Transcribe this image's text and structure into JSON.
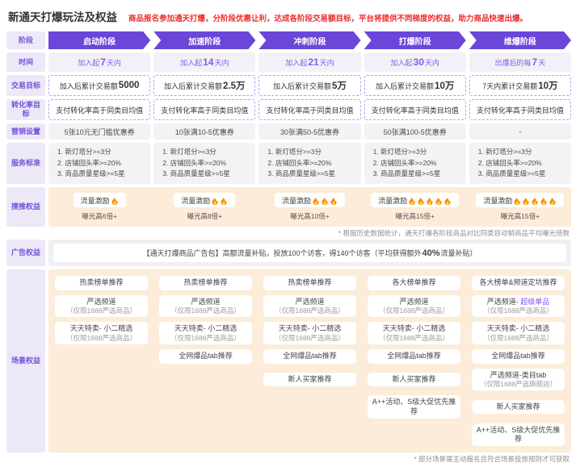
{
  "page": {
    "title": "新通天打爆玩法及权益",
    "subtitle": "商品报名参加通天打爆，分阶段优惠让利，达成各阶段交易额目标，平台将提供不同梯度的权益，助力商品快速出爆。"
  },
  "colors": {
    "accent_purple": "#6b46d9",
    "label_bg": "#ece8f8",
    "label_text": "#7150d8",
    "peach_band": "#fcecd9",
    "gray_band": "#f0f0f3",
    "subtitle_red": "#ee2c2c",
    "highlight_purple": "#7b52f0",
    "fire_orange": "#ff8a00"
  },
  "row_labels": {
    "stage": "阶段",
    "time": "时间",
    "trade": "交易目标",
    "conversion": "转化率目标",
    "marketing": "营销设置",
    "service": "服务标准",
    "search": "搜推权益",
    "ad": "广告权益",
    "scene": "场景权益"
  },
  "stages": [
    "启动阶段",
    "加速阶段",
    "冲刺阶段",
    "打爆阶段",
    "维爆阶段"
  ],
  "time_cells": [
    {
      "pre": "加入起",
      "num": "7",
      "suf": "天内"
    },
    {
      "pre": "加入起",
      "num": "14",
      "suf": "天内"
    },
    {
      "pre": "加入起",
      "num": "21",
      "suf": "天内"
    },
    {
      "pre": "加入起",
      "num": "30",
      "suf": "天内"
    },
    {
      "pre": "出爆后的每",
      "num": "7",
      "suf": "天"
    }
  ],
  "trade_cells": [
    {
      "pre": "加入后累计交易额",
      "strong": "5000"
    },
    {
      "pre": "加入后累计交易额",
      "strong": "2.5万"
    },
    {
      "pre": "加入后累计交易额",
      "strong": "5万"
    },
    {
      "pre": "加入后累计交易额",
      "strong": "10万"
    },
    {
      "pre": "7天内累计交易额",
      "strong": "10万"
    }
  ],
  "conversion_cells": [
    "支付转化率高于同类目均值",
    "支付转化率高于同类目均值",
    "支付转化率高于同类目均值",
    "支付转化率高于同类目均值",
    "支付转化率高于同类目均值"
  ],
  "marketing_cells": [
    "5张10元无门槛优惠券",
    "10张满10-5优惠券",
    "30张满50-5优惠券",
    "50张满100-5优惠券",
    "-"
  ],
  "service_lines": [
    "1. 新灯塔分>=3分",
    "2. 店铺回头率>=20%",
    "3. 商品质量星级>=5星"
  ],
  "search_cells": [
    {
      "label": "流量激励",
      "fires": 1,
      "sub": "曝光高6倍+"
    },
    {
      "label": "流量激励",
      "fires": 2,
      "sub": "曝光高8倍+"
    },
    {
      "label": "流量激励",
      "fires": 3,
      "sub": "曝光高10倍+"
    },
    {
      "label": "流量激励",
      "fires": 5,
      "sub": "曝光高15倍+"
    },
    {
      "label": "流量激励",
      "fires": 5,
      "sub": "曝光高15倍+"
    }
  ],
  "search_note": "* 根据历史数据统计，通天打爆各阶段商品对比同类目动销商品平均曝光倍数",
  "ad_cell": {
    "pre": "【通天打爆商品广告包】高额流量补贴，投放100个访客，得140个访客（平均获得额外",
    "strong": "40%",
    "suf": "流量补贴）"
  },
  "scene_rows": [
    [
      {
        "main": "热卖榜单推荐"
      },
      {
        "main": "热卖榜单推荐"
      },
      {
        "main": "热卖榜单推荐"
      },
      {
        "main": "各大榜单推荐"
      },
      {
        "main": "各大榜单&频道定坑推荐"
      }
    ],
    [
      {
        "main": "严选频道",
        "sub": "（仅限1688严选商品）"
      },
      {
        "main": "严选频道",
        "sub": "（仅限1688严选商品）"
      },
      {
        "main": "严选频道",
        "sub": "（仅限1688严选商品）"
      },
      {
        "main": "严选频道",
        "sub": "（仅限1688严选商品）"
      },
      {
        "main": "严选频道- ",
        "highlight": "超级单品",
        "sub": "（仅限1688严选商品）"
      }
    ],
    [
      {
        "main": "天天特卖- 小二精选",
        "sub": "（仅限1688严选商品）"
      },
      {
        "main": "天天特卖- 小二精选",
        "sub": "（仅限1688严选商品）"
      },
      {
        "main": "天天特卖- 小二精选",
        "sub": "（仅限1688严选商品）"
      },
      {
        "main": "天天特卖- 小二精选",
        "sub": "（仅限1688严选商品）"
      },
      {
        "main": "天天特卖- 小二精选",
        "sub": "（仅限1688严选商品）"
      }
    ],
    [
      null,
      {
        "main": "全网爆品tab推荐"
      },
      {
        "main": "全网爆品tab推荐"
      },
      {
        "main": "全网爆品tab推荐"
      },
      {
        "main": "全网爆品tab推荐"
      }
    ],
    [
      null,
      null,
      {
        "main": "新人买家推荐"
      },
      {
        "main": "新人买家推荐"
      },
      {
        "main": "严选频道-类目tab",
        "sub": "（仅限1688严选旗舰店）"
      }
    ],
    [
      null,
      null,
      null,
      {
        "main": "A++活动、S级大促优先推荐"
      },
      {
        "main": "新人买家推荐"
      }
    ],
    [
      null,
      null,
      null,
      null,
      {
        "main": "A++活动、S级大促优先推荐"
      }
    ]
  ],
  "scene_note": "* 部分场景需主动报名且符合场景投放规则才可获取"
}
